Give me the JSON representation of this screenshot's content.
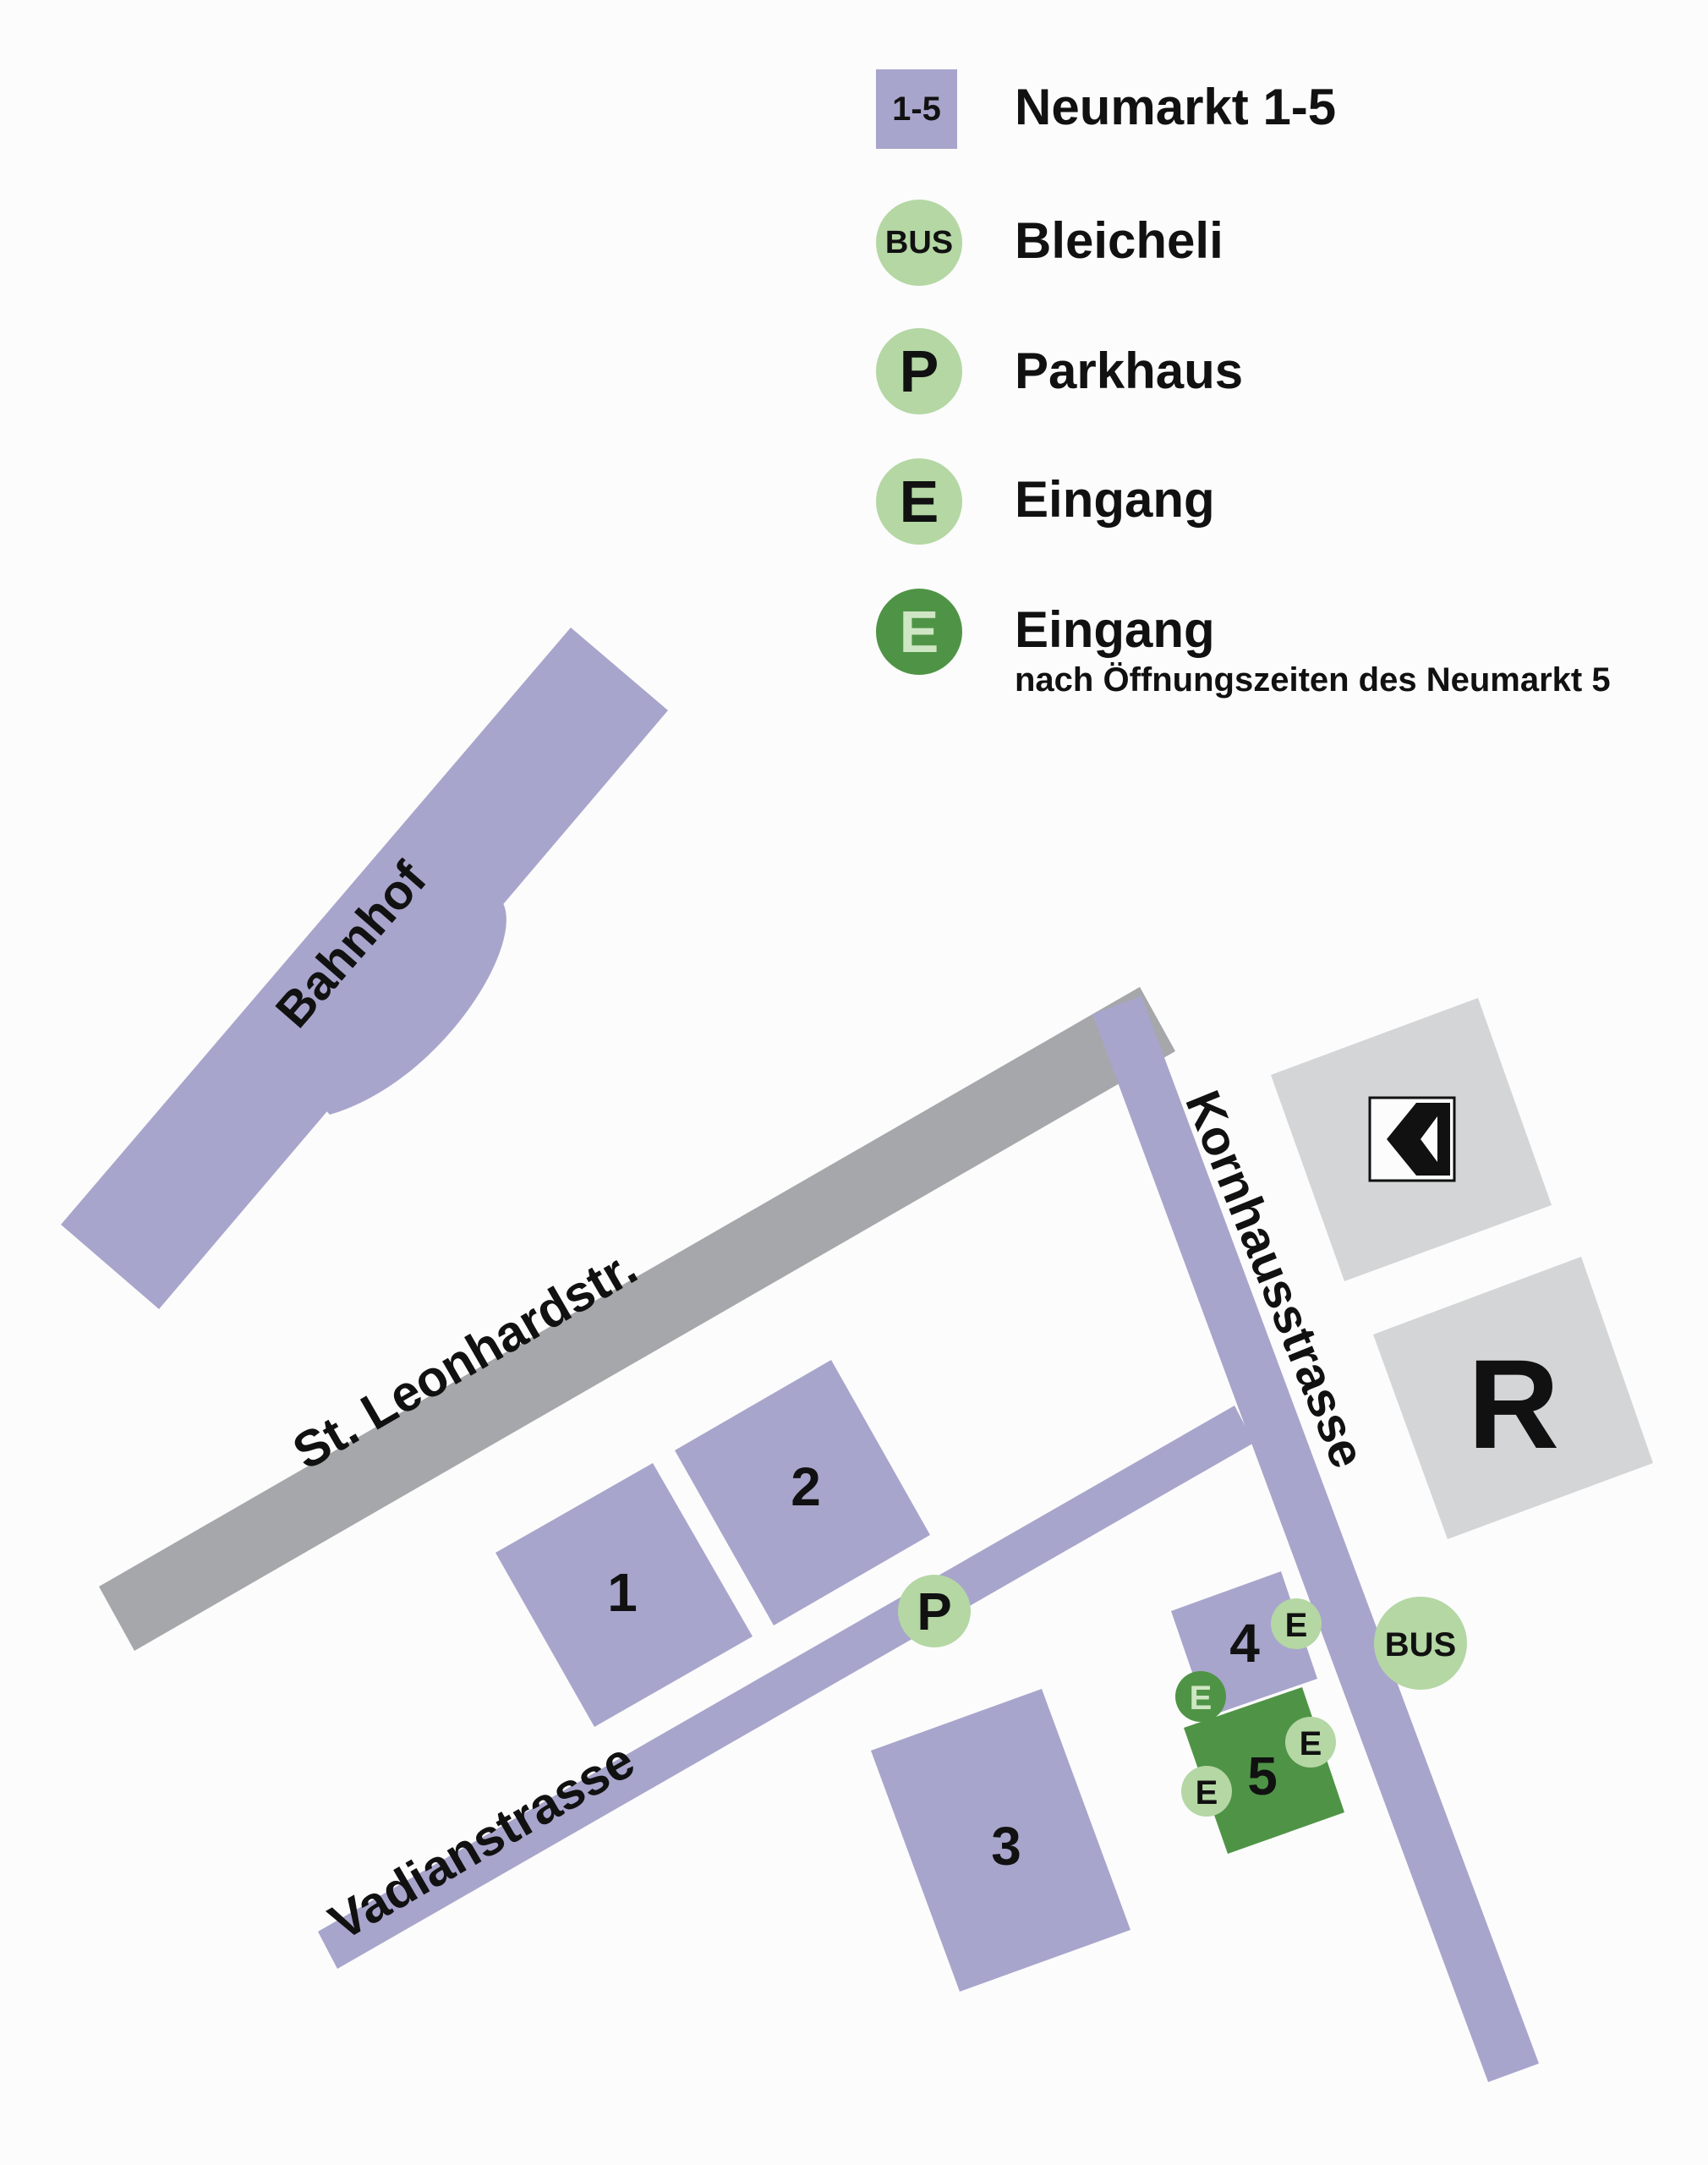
{
  "legend": {
    "buildings_badge": "1-5",
    "buildings_label": "Neumarkt 1-5",
    "bus_badge": "BUS",
    "bus_label": "Bleicheli",
    "parking_badge": "P",
    "parking_label": "Parkhaus",
    "entrance_badge": "E",
    "entrance_label": "Eingang",
    "entrance_hours_badge": "E",
    "entrance_hours_label": "Eingang",
    "entrance_hours_note": "nach Öffnungszeiten des Neumarkt 5"
  },
  "map": {
    "station_label": "Bahnhof",
    "street_leonhard": "St. Leonhardstr.",
    "street_kornhaus": "Kornhausstrasse",
    "street_vadian": "Vadianstrasse",
    "building_1": "1",
    "building_2": "2",
    "building_3": "3",
    "building_4": "4",
    "building_5": "5",
    "parking_marker": "P",
    "bus_marker": "BUS",
    "entrance_marker": "E",
    "reformed_church_marker": "R"
  },
  "colors": {
    "building": "#a8a5cc",
    "street_gray": "#a6a7aa",
    "light_green": "#b4d7a4",
    "dark_green": "#4f9446",
    "neighbour_block": "#d4d5d7",
    "background": "#fcfcfc"
  },
  "icons": {
    "bank_logo": "bank-logo-icon"
  }
}
